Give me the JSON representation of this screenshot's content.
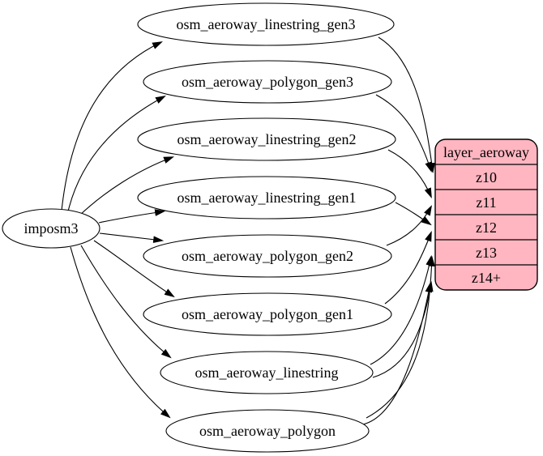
{
  "diagram": {
    "kind": "etl-graph",
    "background": "#ffffff",
    "edge_color": "#000000",
    "table_node_fill": "#ffffff",
    "table_node_stroke": "#000000",
    "source": {
      "label": "imposm3"
    },
    "tables": [
      {
        "label": "osm_aeroway_linestring_gen3"
      },
      {
        "label": "osm_aeroway_polygon_gen3"
      },
      {
        "label": "osm_aeroway_linestring_gen2"
      },
      {
        "label": "osm_aeroway_linestring_gen1"
      },
      {
        "label": "osm_aeroway_polygon_gen2"
      },
      {
        "label": "osm_aeroway_polygon_gen1"
      },
      {
        "label": "osm_aeroway_linestring"
      },
      {
        "label": "osm_aeroway_polygon"
      }
    ],
    "layer": {
      "title": "layer_aeroway",
      "fill": "#ffb6c1",
      "stroke": "#000000",
      "rows": [
        "z10",
        "z11",
        "z12",
        "z13",
        "z14+"
      ]
    },
    "edges": [
      {
        "from": "imposm3",
        "to": "osm_aeroway_linestring_gen3"
      },
      {
        "from": "imposm3",
        "to": "osm_aeroway_polygon_gen3"
      },
      {
        "from": "imposm3",
        "to": "osm_aeroway_linestring_gen2"
      },
      {
        "from": "imposm3",
        "to": "osm_aeroway_linestring_gen1"
      },
      {
        "from": "imposm3",
        "to": "osm_aeroway_polygon_gen2"
      },
      {
        "from": "imposm3",
        "to": "osm_aeroway_polygon_gen1"
      },
      {
        "from": "imposm3",
        "to": "osm_aeroway_linestring"
      },
      {
        "from": "imposm3",
        "to": "osm_aeroway_polygon"
      },
      {
        "from": "osm_aeroway_linestring_gen3",
        "to": "layer_aeroway:z10"
      },
      {
        "from": "osm_aeroway_polygon_gen3",
        "to": "layer_aeroway:z10"
      },
      {
        "from": "osm_aeroway_linestring_gen2",
        "to": "layer_aeroway:z11"
      },
      {
        "from": "osm_aeroway_polygon_gen2",
        "to": "layer_aeroway:z11"
      },
      {
        "from": "osm_aeroway_linestring_gen1",
        "to": "layer_aeroway:z12"
      },
      {
        "from": "osm_aeroway_polygon_gen1",
        "to": "layer_aeroway:z12"
      },
      {
        "from": "osm_aeroway_linestring",
        "to": "layer_aeroway:z13"
      },
      {
        "from": "osm_aeroway_linestring",
        "to": "layer_aeroway:z14+"
      },
      {
        "from": "osm_aeroway_polygon",
        "to": "layer_aeroway:z13"
      },
      {
        "from": "osm_aeroway_polygon",
        "to": "layer_aeroway:z14+"
      }
    ]
  }
}
